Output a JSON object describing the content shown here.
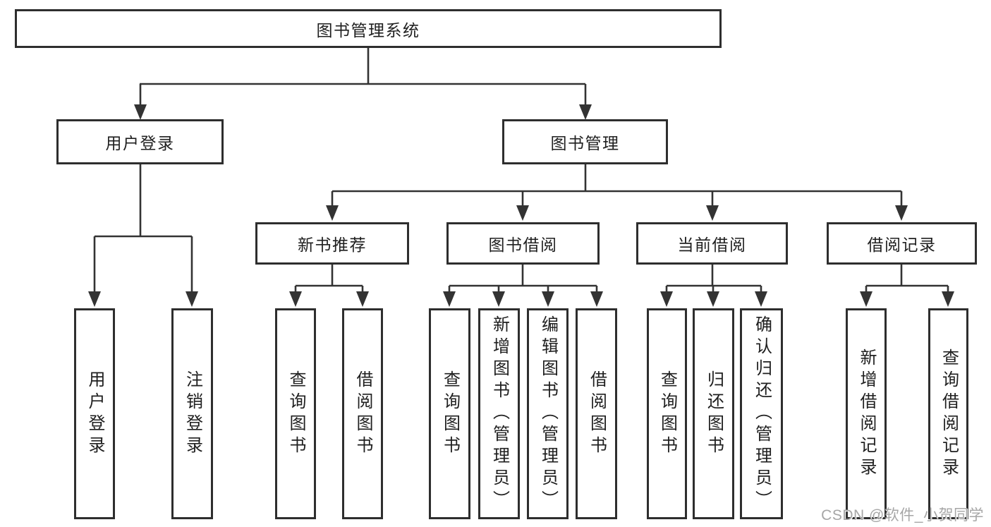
{
  "diagram": {
    "root": {
      "label": "图书管理系统",
      "children": [
        {
          "label": "用户登录",
          "children": [
            {
              "label": "用户登录"
            },
            {
              "label": "注销登录"
            }
          ]
        },
        {
          "label": "图书管理",
          "children": [
            {
              "label": "新书推荐",
              "children": [
                {
                  "label": "查询图书"
                },
                {
                  "label": "借阅图书"
                }
              ]
            },
            {
              "label": "图书借阅",
              "children": [
                {
                  "label": "查询图书"
                },
                {
                  "label": "新增图书（管理员）"
                },
                {
                  "label": "编辑图书（管理员）"
                },
                {
                  "label": "借阅图书"
                }
              ]
            },
            {
              "label": "当前借阅",
              "children": [
                {
                  "label": "查询图书"
                },
                {
                  "label": "归还图书"
                },
                {
                  "label": "确认归还（管理员）"
                }
              ]
            },
            {
              "label": "借阅记录",
              "children": [
                {
                  "label": "新增借阅记录"
                },
                {
                  "label": "查询借阅记录"
                }
              ]
            }
          ]
        }
      ]
    },
    "watermark": "CSDN @软件_小贺同学",
    "colors": {
      "line": "#333333",
      "box_border": "#2e2e2e",
      "text": "#1f1f1f",
      "background": "#ffffff",
      "watermark": "#a6a6a6"
    }
  }
}
